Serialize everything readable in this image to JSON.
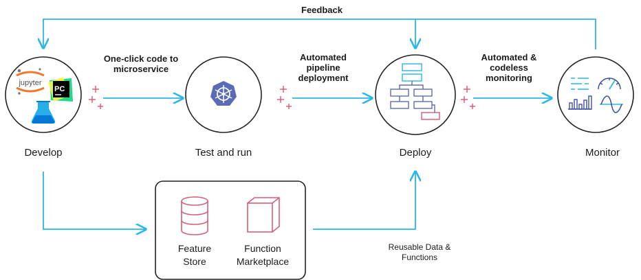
{
  "colors": {
    "arrow": "#29b6e8",
    "circle": "#222222",
    "plus": "#e05570",
    "kubernetes": "#5c6bb5",
    "monitor_icons": "#3a4ea8",
    "db_icon": "#d65f78"
  },
  "feedback_label": "Feedback",
  "stages": {
    "develop": {
      "label": "Develop",
      "icons": [
        "jupyter-icon",
        "pycharm-icon",
        "azure-ml-icon"
      ]
    },
    "test": {
      "label": "Test and run",
      "icon": "kubernetes-icon"
    },
    "deploy": {
      "label": "Deploy",
      "icon": "pipeline-flow-icon"
    },
    "monitor": {
      "label": "Monitor",
      "icons": [
        "dashboard-icon",
        "gauge-icon",
        "bar-chart-icon",
        "wave-icon"
      ]
    }
  },
  "edges": {
    "develop_to_test": "One-click code to\nmicroservice",
    "test_to_deploy": "Automated\npipeline\ndeployment",
    "deploy_to_monitor": "Automated &\ncodeless\nmonitoring",
    "box_to_deploy": "Reusable Data &\nFunctions"
  },
  "jupyter_text": "jupyter",
  "pycharm_text": "PC",
  "box": {
    "feature_store": "Feature\nStore",
    "function_marketplace": "Function\nMarketplace"
  }
}
